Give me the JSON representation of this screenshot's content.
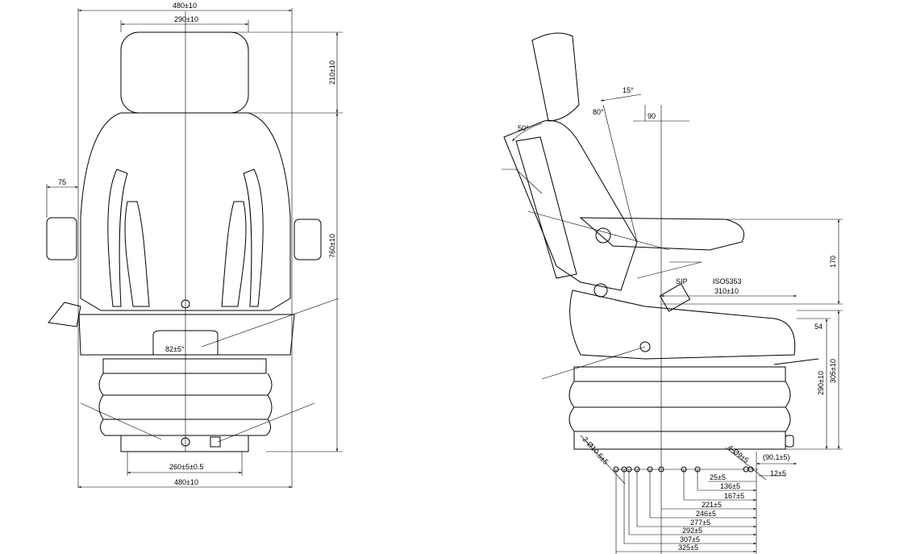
{
  "front_view": {
    "dims": {
      "overall_width_top": "480±10",
      "headrest_width": "290±10",
      "headrest_height": "210±10",
      "overall_height": "760±10",
      "armrest_offset": "75",
      "backrest_angle": "82±5°",
      "base_width": "260±5±0.5",
      "overall_width_bottom": "480±10"
    }
  },
  "side_view": {
    "dims": {
      "recline_angle": "15°",
      "back_angle": "80°",
      "headrest_angle": "50°",
      "offset_90": "90",
      "sip_label": "SIP",
      "standard": "ISO5353",
      "sip_distance": "310±10",
      "sip_height": "170",
      "cushion_54": "54",
      "height_290": "290±10",
      "height_305": "305±10",
      "holes_left": "2-Ø10.5±5",
      "holes_right": "4-Ø9±5",
      "rail_offset": "(90,1±5)",
      "d12": "12±5",
      "d25": "25±5",
      "d136": "136±5",
      "d167": "167±5",
      "d221": "221±5",
      "d246": "246±5",
      "d277": "277±5",
      "d292": "292±5",
      "d307": "307±5",
      "d325": "325±5"
    }
  }
}
